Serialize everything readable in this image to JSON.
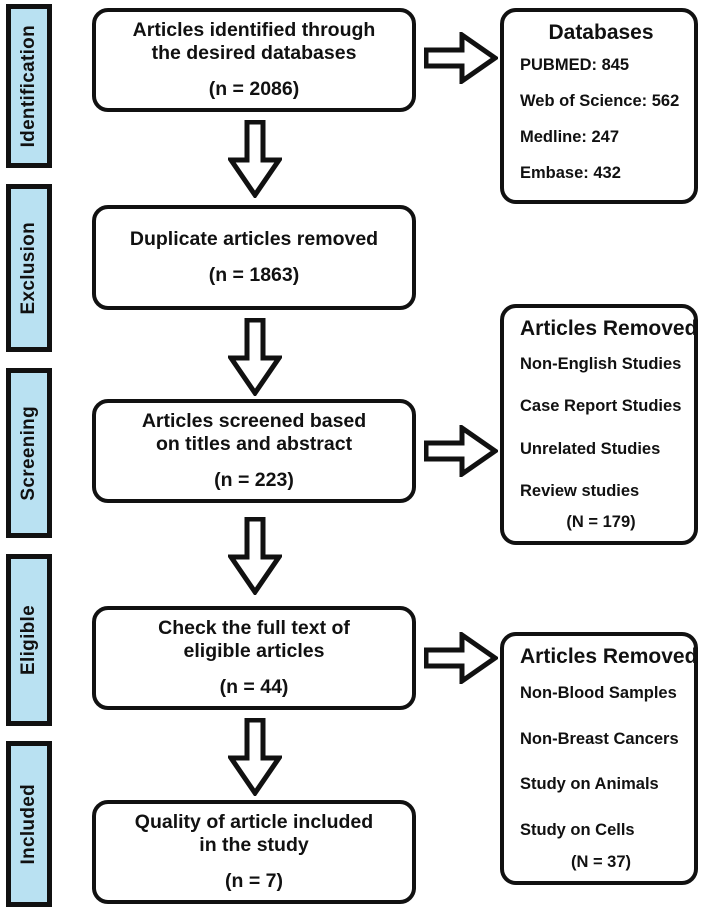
{
  "diagram": {
    "type": "prisma-flow-diagram",
    "title": "PRISMA study selection flow",
    "accent_color": "#b9e1f2",
    "line_color": "#111111",
    "background_color": "#ffffff"
  },
  "stages": [
    {
      "label": "Identification"
    },
    {
      "label": "Exclusion"
    },
    {
      "label": "Screening"
    },
    {
      "label": "Eligible"
    },
    {
      "label": "Included"
    }
  ],
  "flow_boxes": [
    {
      "id": "identified",
      "lines": [
        "Articles identified through",
        "the desired databases"
      ],
      "count": "(n = 2086)"
    },
    {
      "id": "duplicates-removed",
      "lines": [
        "Duplicate articles removed"
      ],
      "count": "(n = 1863)"
    },
    {
      "id": "screened",
      "lines": [
        "Articles screened based",
        "on titles and abstract"
      ],
      "count": "(n = 223)"
    },
    {
      "id": "full-text",
      "lines": [
        "Check the full text of",
        "eligible articles"
      ],
      "count": "(n = 44)"
    },
    {
      "id": "included",
      "lines": [
        "Quality of article included",
        "in the study"
      ],
      "count": "(n = 7)"
    }
  ],
  "side_boxes": [
    {
      "id": "databases",
      "title": "Databases",
      "items": [
        "PUBMED: 845",
        "Web of Science: 562",
        "Medline: 247",
        "Embase: 432"
      ],
      "total": ""
    },
    {
      "id": "removed-screening",
      "title": "Articles Removed",
      "items": [
        "Non-English Studies",
        "Case Report Studies",
        "Unrelated Studies",
        "Review studies"
      ],
      "total": "(N = 179)"
    },
    {
      "id": "removed-eligibility",
      "title": "Articles Removed",
      "items": [
        "Non-Blood Samples",
        "Non-Breast Cancers",
        "Study on Animals",
        "Study on Cells"
      ],
      "total": "(N = 37)"
    }
  ],
  "arrows": {
    "down_identified_to_duplicates": "down-arrow",
    "down_duplicates_to_screened": "down-arrow",
    "down_screened_to_fulltext": "down-arrow",
    "down_fulltext_to_included": "down-arrow",
    "right_identified_to_databases": "right-arrow",
    "right_screened_to_removed": "right-arrow",
    "right_fulltext_to_removed": "right-arrow"
  }
}
